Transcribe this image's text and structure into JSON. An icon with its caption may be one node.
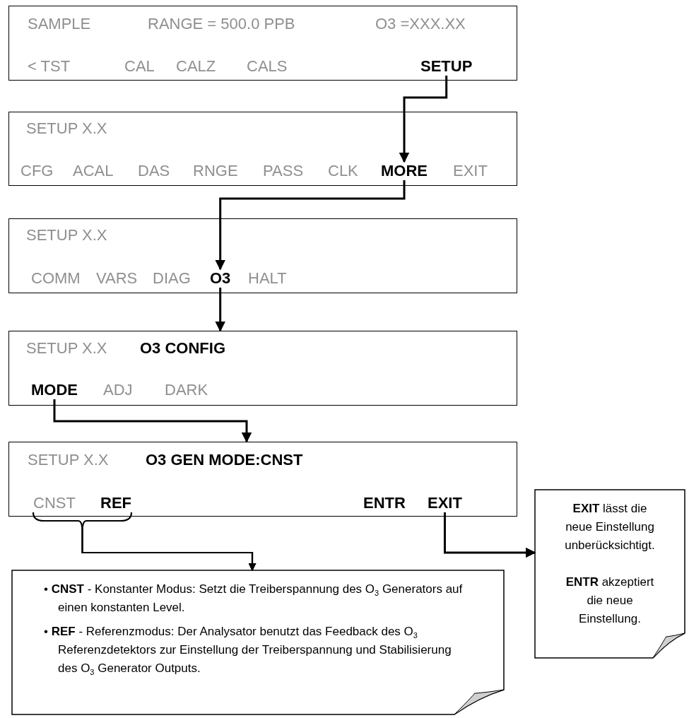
{
  "diagram": {
    "nodes": [
      {
        "text": [
          "SAMPLE",
          "RANGE = 500.0 PPB",
          "O3 =XXX.XX"
        ]
      },
      {
        "text": [
          "< TST"
        ],
        "in": 0
      },
      {
        "text": [
          "CAL"
        ],
        "in": 0
      },
      {
        "text": [
          "CALZ"
        ],
        "in": 0
      },
      {
        "text": [
          "CALS"
        ],
        "in": 0
      },
      {
        "text": [
          "SETUP"
        ],
        "in": 0
      },
      {
        "text": [
          "SETUP X.X"
        ]
      },
      {
        "text": [
          "CFG"
        ],
        "in": 6
      },
      {
        "text": [
          "ACAL"
        ],
        "in": 6
      },
      {
        "text": [
          "DAS"
        ],
        "in": 6
      },
      {
        "text": [
          "RNGE"
        ],
        "in": 6
      },
      {
        "text": [
          "PASS"
        ],
        "in": 6
      },
      {
        "text": [
          "CLK"
        ],
        "in": 6
      },
      {
        "text": [
          "MORE"
        ],
        "in": 6
      },
      {
        "text": [
          "EXIT"
        ],
        "in": 6
      },
      {
        "text": [
          "SETUP X.X"
        ]
      },
      {
        "text": [
          "COMM"
        ],
        "in": 15
      },
      {
        "text": [
          "VARS"
        ],
        "in": 15
      },
      {
        "text": [
          "DIAG"
        ],
        "in": 15
      },
      {
        "text": [
          "O3"
        ],
        "in": 15
      },
      {
        "text": [
          "HALT"
        ],
        "in": 15
      },
      {
        "text": [
          "SETUP X.X",
          "O3 CONFIG"
        ]
      },
      {
        "text": [
          "MODE"
        ],
        "in": 21
      },
      {
        "text": [
          "ADJ"
        ],
        "in": 21
      },
      {
        "text": [
          "DARK"
        ],
        "in": 21
      },
      {
        "text": [
          "SETUP X.X",
          "O3 GEN MODE:CNST"
        ]
      },
      {
        "text": [
          "CNST"
        ],
        "in": 25
      },
      {
        "text": [
          "REF"
        ],
        "in": 25
      },
      {
        "text": [
          "ENTR"
        ],
        "in": 25
      },
      {
        "text": [
          "EXIT"
        ],
        "in": 25
      },
      {
        "text": [
          "• **CNST** - Konstanter Modus: Setzt die Treiberspannung des O$_{3}$ Generators auf einen konstanten Level.",
          "• **REF** -  Referenzmodus: Der Analysator benutzt das Feedback des O$_{3}$ Referenzdetektors zur Einstellung der Treiberspannung und Stabilisierung des O$_{3}$ Generator Outputs."
        ]
      },
      {
        "text": [
          "**EXIT** lässt die neue Einstellung unberücksichtigt.",
          "**ENTR** akzeptiert die neue Einstellung."
        ]
      }
    ],
    "edges": [
      {
        "from": 5,
        "to": 13,
        "arrow": "to"
      },
      {
        "from": 13,
        "to": 19,
        "arrow": "to"
      },
      {
        "from": 19,
        "to": 21,
        "arrow": "to"
      },
      {
        "from": 22,
        "to": 25,
        "arrow": "to"
      },
      {
        "from": 26,
        "to": 30,
        "arrow": "to"
      },
      {
        "from": 27,
        "to": 30,
        "arrow": "to"
      },
      {
        "from": 29,
        "to": 31,
        "arrow": "to"
      }
    ]
  }
}
